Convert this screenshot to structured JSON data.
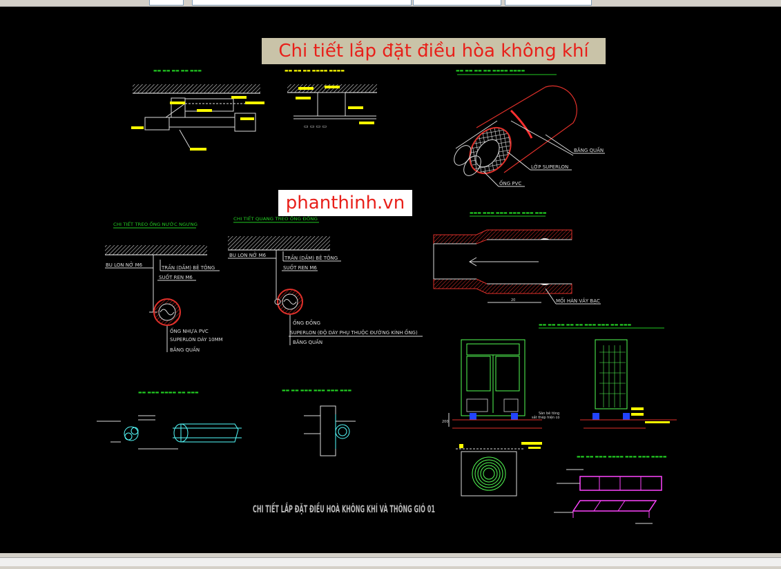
{
  "banner_title": "Chi tiết lắp đặt điều hòa không khí",
  "watermark": "phanthinh.vn",
  "sheet_title": "CHI TIẾT LẮP ĐẶT ĐIỀU HOÀ KHÔNG KHÍ VÀ THÔNG GIÓ 01",
  "details": {
    "pipe_insulation": {
      "labels": [
        "BĂNG QUẤN",
        "LỚP SUPERLON",
        "ỐNG PVC"
      ]
    },
    "hanger_drain": {
      "title": "CHI TIẾT TREO ỐNG NƯỚC NGƯNG",
      "labels": [
        "BU LON NỞ M6",
        "TRẦN (DẦM) BÊ TÔNG",
        "SUỐT REN M6",
        "ỐNG NHỰA PVC",
        "SUPERLON DÀY 10MM",
        "BĂNG QUẤN"
      ]
    },
    "hanger_gas": {
      "title": "CHI TIẾT QUANG TREO ỐNG ĐỒNG",
      "labels": [
        "BU LON NỞ M6",
        "TRẦN (DẦM) BÊ TÔNG",
        "SUỐT REN M6",
        "ỐNG ĐỒNG",
        "SUPERLON (ĐỘ DÀY PHỤ THUỘC ĐƯỜNG KÍNH ỐNG)",
        "BĂNG QUẤN"
      ]
    },
    "copper_joint": {
      "labels": [
        "MỐI HÀN VẢY BẠC"
      ]
    }
  }
}
